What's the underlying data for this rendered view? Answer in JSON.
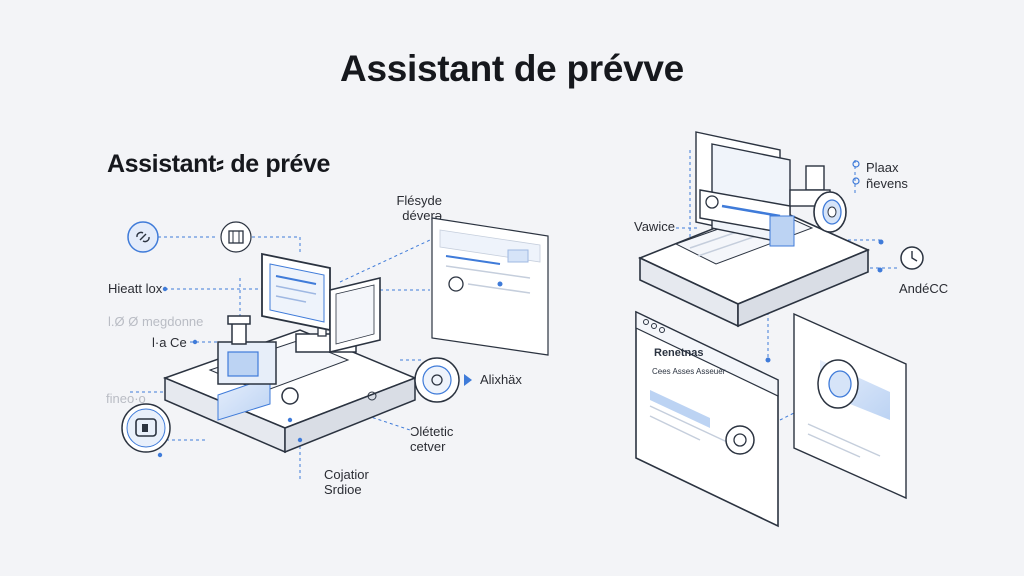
{
  "title": "Assistant de prévve",
  "subtitle": "Assistant⸗ de préve",
  "left_labels": {
    "flesyde_1": "Flésyde",
    "flesyde_2": "déverə",
    "heat": "Hieatt lox",
    "faint_1": "l.Ø Ø megdonne",
    "ice": "l·a Ce",
    "faint_2": "fineo·o",
    "alixhax": "Alixhäx",
    "oletetic_1": "Ɔlétetic",
    "oletetic_2": "cetver",
    "cojatior_1": "Cojatior",
    "cojatior_2": "Srdioe"
  },
  "right_labels": {
    "plaax": "Plaax",
    "hevens": "ñevens",
    "vawice": "Vawice",
    "andecc": "AndéCC",
    "panel_heading": "Renetnas",
    "panel_sub": "Cees Asses Asseuer"
  },
  "colors": {
    "accent": "#3f7bd9",
    "line": "#2b3340",
    "panel": "#ffffff",
    "highlight": "#d6e4f8"
  }
}
